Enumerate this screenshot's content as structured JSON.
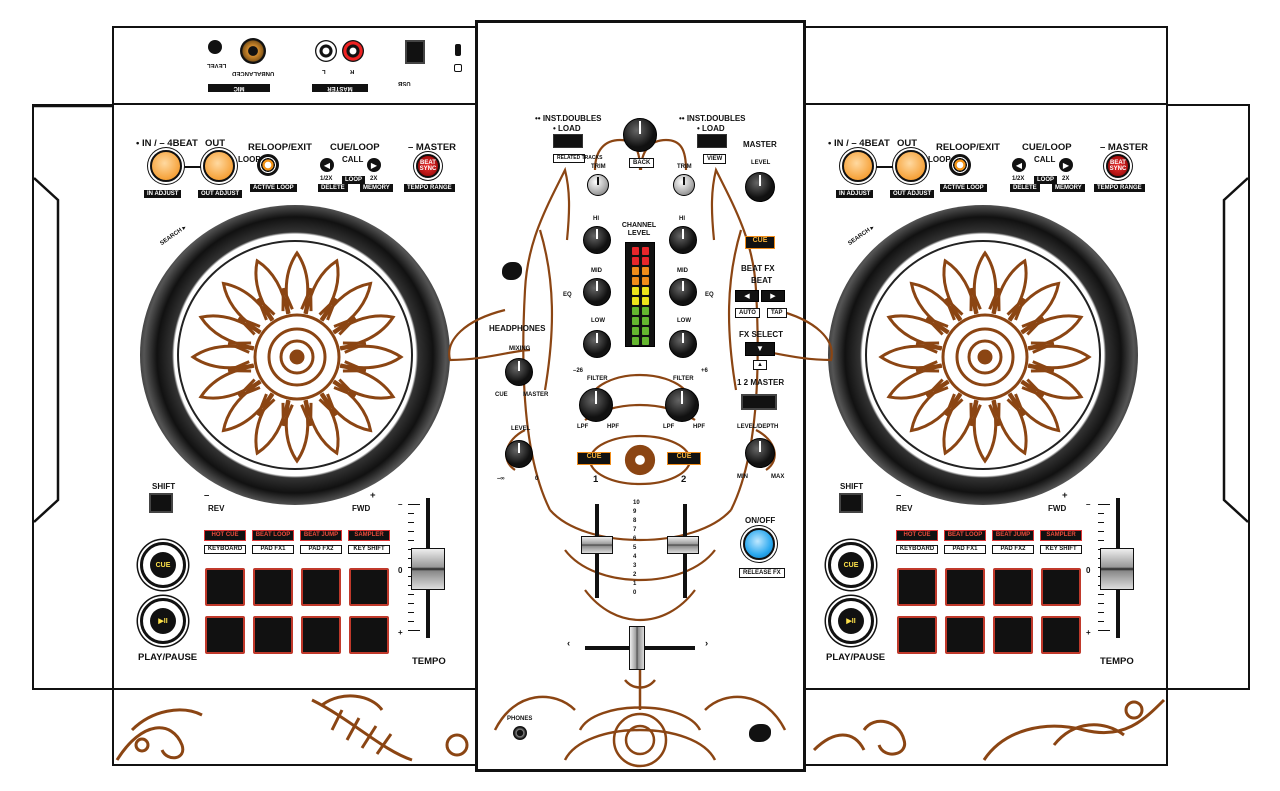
{
  "top_panel": {
    "mic_level": "LEVEL",
    "mic_unbalanced": "UNBALANCED",
    "mic_label": "MIC",
    "master_l": "L",
    "master_r": "R",
    "master_label": "MASTER",
    "usb_label": "USB"
  },
  "deck_left": {
    "in_label": "• IN / – 4BEAT",
    "out_label": "OUT",
    "reloop_label": "RELOOP/EXIT",
    "loop_label": "LOOP",
    "cueloop_label": "CUE/LOOP",
    "call_label": "CALL",
    "half_label": "1/2X",
    "loop_small": "LOOP",
    "double_label": "2X",
    "master_label": "– MASTER",
    "beat_sync": "BEAT SYNC",
    "in_adjust": "IN ADJUST",
    "out_adjust": "OUT ADJUST",
    "active_loop": "ACTIVE LOOP",
    "delete": "DELETE",
    "memory": "MEMORY",
    "tempo_range": "TEMPO RANGE",
    "search": "SEARCH ▸",
    "shift": "SHIFT",
    "rev": "REV",
    "fwd": "FWD",
    "minus": "–",
    "plus": "+",
    "pad_modes": [
      "HOT CUE",
      "BEAT LOOP",
      "BEAT JUMP",
      "SAMPLER"
    ],
    "pad_subs": [
      "KEYBOARD",
      "PAD FX1",
      "PAD FX2",
      "KEY SHIFT"
    ],
    "cue": "CUE",
    "play_pause": "PLAY/PAUSE",
    "tempo": "TEMPO",
    "tempo_zero": "0",
    "tempo_minus": "–",
    "tempo_plus": "+"
  },
  "deck_right": {
    "in_label": "• IN / – 4BEAT",
    "out_label": "OUT",
    "reloop_label": "RELOOP/EXIT",
    "loop_label": "LOOP",
    "cueloop_label": "CUE/LOOP",
    "call_label": "CALL",
    "half_label": "1/2X",
    "loop_small": "LOOP",
    "double_label": "2X",
    "master_label": "– MASTER",
    "beat_sync": "BEAT SYNC",
    "in_adjust": "IN ADJUST",
    "out_adjust": "OUT ADJUST",
    "active_loop": "ACTIVE LOOP",
    "delete": "DELETE",
    "memory": "MEMORY",
    "tempo_range": "TEMPO RANGE",
    "search": "SEARCH ▸",
    "shift": "SHIFT",
    "rev": "REV",
    "fwd": "FWD",
    "minus": "–",
    "plus": "+",
    "pad_modes": [
      "HOT CUE",
      "BEAT LOOP",
      "BEAT JUMP",
      "SAMPLER"
    ],
    "pad_subs": [
      "KEYBOARD",
      "PAD FX1",
      "PAD FX2",
      "KEY SHIFT"
    ],
    "cue": "CUE",
    "play_pause": "PLAY/PAUSE",
    "tempo": "TEMPO",
    "tempo_zero": "0",
    "tempo_minus": "–",
    "tempo_plus": "+"
  },
  "mixer": {
    "inst_doubles_l": "•• INST.DOUBLES",
    "load_l": "• LOAD",
    "inst_doubles_r": "•• INST.DOUBLES",
    "load_r": "• LOAD",
    "related_tracks": "RELATED TRACKS",
    "back": "BACK",
    "view": "VIEW",
    "trim": "TRIM",
    "hi": "HI",
    "mid": "MID",
    "low": "LOW",
    "eq": "EQ",
    "channel_level": "CHANNEL LEVEL",
    "filter": "FILTER",
    "lpf": "LPF",
    "hpf": "HPF",
    "minus26": "–26",
    "plus6": "+6",
    "headphones": "HEADPHONES",
    "mixing": "MIXING",
    "cue_small": "CUE",
    "master_small": "MASTER",
    "level": "LEVEL",
    "minus_inf": "–∞",
    "zero": "0",
    "cue": "CUE",
    "ch1": "1",
    "ch2": "2",
    "master": "MASTER",
    "master_level": "LEVEL",
    "master_cue": "CUE",
    "beat_fx": "BEAT FX",
    "beat": "BEAT",
    "auto": "AUTO",
    "tap": "TAP",
    "fx_select": "FX SELECT",
    "fx_sub": "▲",
    "ch_select": "1 2 MASTER",
    "level_depth": "LEVEL/DEPTH",
    "min": "MIN",
    "max": "MAX",
    "on_off": "ON/OFF",
    "release_fx": "RELEASE FX",
    "phones": "PHONES",
    "fader_scale": [
      "10",
      "9",
      "8",
      "7",
      "6",
      "5",
      "4",
      "3",
      "2",
      "1",
      "0"
    ],
    "xfader_left": "‹",
    "xfader_right": "›",
    "meter_colors": {
      "red": "#e8262b",
      "orange": "#f08c1a",
      "yellow": "#ece31b",
      "green": "#65b72f"
    }
  },
  "colors": {
    "henna": "#8b4513",
    "pad_border": "#c0392b",
    "orange": "#f6a23a",
    "blue_btn": "#2aa8ef"
  }
}
